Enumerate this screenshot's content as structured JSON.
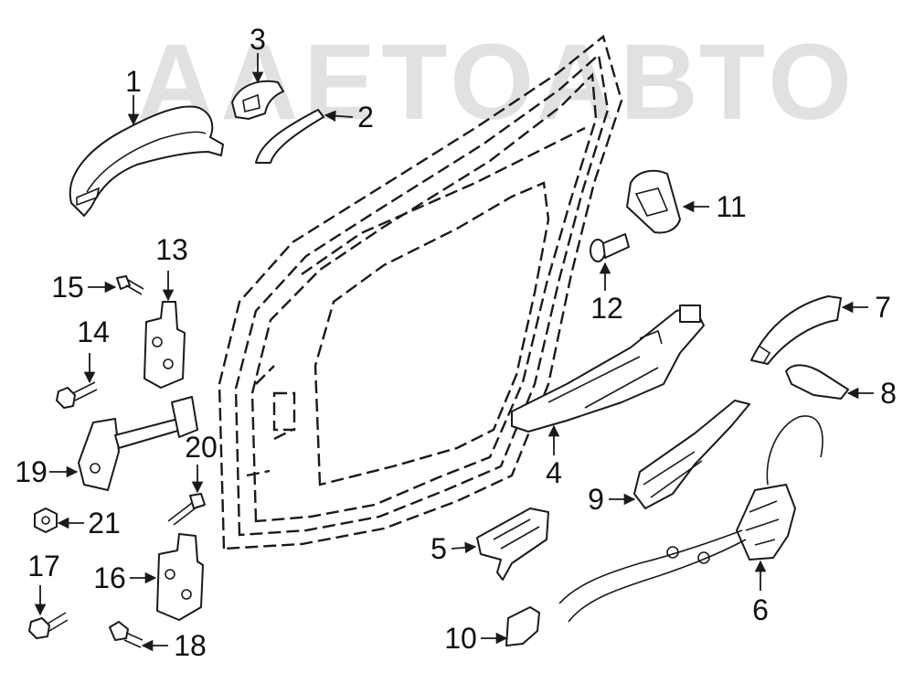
{
  "watermark": "ААЕТОАВТО",
  "callouts": {
    "c1": "1",
    "c2": "2",
    "c3": "3",
    "c4": "4",
    "c5": "5",
    "c6": "6",
    "c7": "7",
    "c8": "8",
    "c9": "9",
    "c10": "10",
    "c11": "11",
    "c12": "12",
    "c13": "13",
    "c14": "14",
    "c15": "15",
    "c16": "16",
    "c17": "17",
    "c18": "18",
    "c19": "19",
    "c20": "20",
    "c21": "21"
  },
  "colors": {
    "line": "#1a1a1a",
    "watermark": "#c9c9c9",
    "background": "#ffffff"
  }
}
